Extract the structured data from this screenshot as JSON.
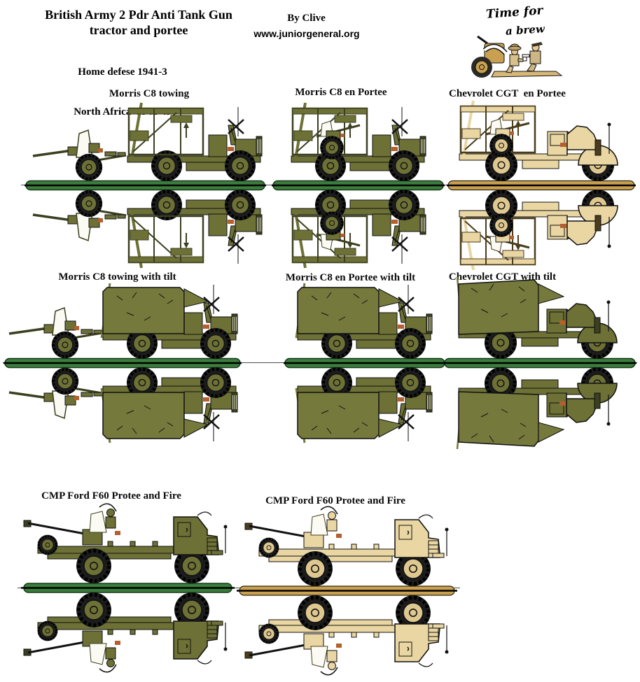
{
  "header": {
    "title_line1": "British Army 2 Pdr Anti Tank Gun",
    "title_line2": "tractor and portee",
    "subtitle_line1": "Home defese 1941-3",
    "subtitle_line2": "North Africa  1941-43",
    "byline": "By Clive",
    "website": "www.juniorgeneral.org",
    "brew_caption_line1": "Time for",
    "brew_caption_line2": "a brew"
  },
  "sections": {
    "row1": {
      "labels": [
        "Morris C8 towing",
        "Morris C8 en Portee",
        "Chevrolet CGT  en Portee"
      ]
    },
    "row2": {
      "labels": [
        "Morris C8 towing with tilt",
        "Morris C8 en Portee with tilt",
        "Chevrolet CGT with tilt"
      ]
    },
    "row3": {
      "labels": [
        "CMP Ford F60 Protee and Fire",
        "CMP Ford F60 Protee and Fire"
      ]
    }
  },
  "colors": {
    "background": "#ffffff",
    "olive_body": "#6d7135",
    "olive_dark": "#3c4020",
    "canvas_olive": "#75793c",
    "tan_body": "#e9d6a3",
    "tan_hub": "#dfc890",
    "tan_dark": "#4a3c1c",
    "base_green": "#3b7d3d",
    "base_green_border": "#17381a",
    "base_tan": "#c9a050",
    "base_tan_border": "#2f2510",
    "accent_orange": "#b55f2e",
    "shield_white": "#fbfbf4",
    "tire_black": "#1c1c1c",
    "skin": "#e8c694"
  }
}
